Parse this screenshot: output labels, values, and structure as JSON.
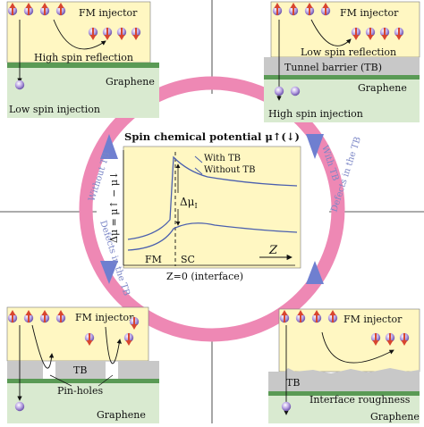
{
  "panels": {
    "top_left": {
      "fm_label": "FM injector",
      "reflection_label": "High spin reflection",
      "substrate_label": "Graphene",
      "injection_label": "Low spin injection"
    },
    "top_right": {
      "fm_label": "FM injector",
      "reflection_label": "Low spin reflection",
      "barrier_label": "Tunnel barrier (TB)",
      "substrate_label": "Graphene",
      "injection_label": "High spin injection"
    },
    "bottom_left": {
      "fm_label": "FM injector",
      "barrier_label": "TB",
      "defect_label": "Pin-holes",
      "substrate_label": "Graphene"
    },
    "bottom_right": {
      "fm_label": "FM injector",
      "barrier_label": "TB",
      "defect_label": "Interface roughness",
      "substrate_label": "Graphene"
    }
  },
  "ring_labels": {
    "without_tb": "Without TB",
    "with_tb": "With TB",
    "defects_left": "Defects in the TB",
    "defects_right": "Defects in the TB"
  },
  "center_plot": {
    "title": "Spin chemical potential μ↑(↓)",
    "ylabel": "Δμ = μ↑ − μ↓",
    "delta_label": "Δμ",
    "delta_sub": "I",
    "region_left": "FM",
    "region_right": "SC",
    "x_axis_label": "Z",
    "interface_label": "Z=0 (interface)",
    "legend": [
      "With TB",
      "Without TB"
    ]
  },
  "colors": {
    "fm_fill": "#fff7c2",
    "graphene_fill": "#d9ead0",
    "barrier_fill": "#c8c8c8",
    "substrate_bar": "#5a9a55",
    "ring": "#ee88b4",
    "ring_arrow": "#6f7fd0",
    "spin_up": "#d8452f",
    "spin_down": "#d8452f",
    "electron": "#a48ad6",
    "curve": "#4a5fae"
  }
}
